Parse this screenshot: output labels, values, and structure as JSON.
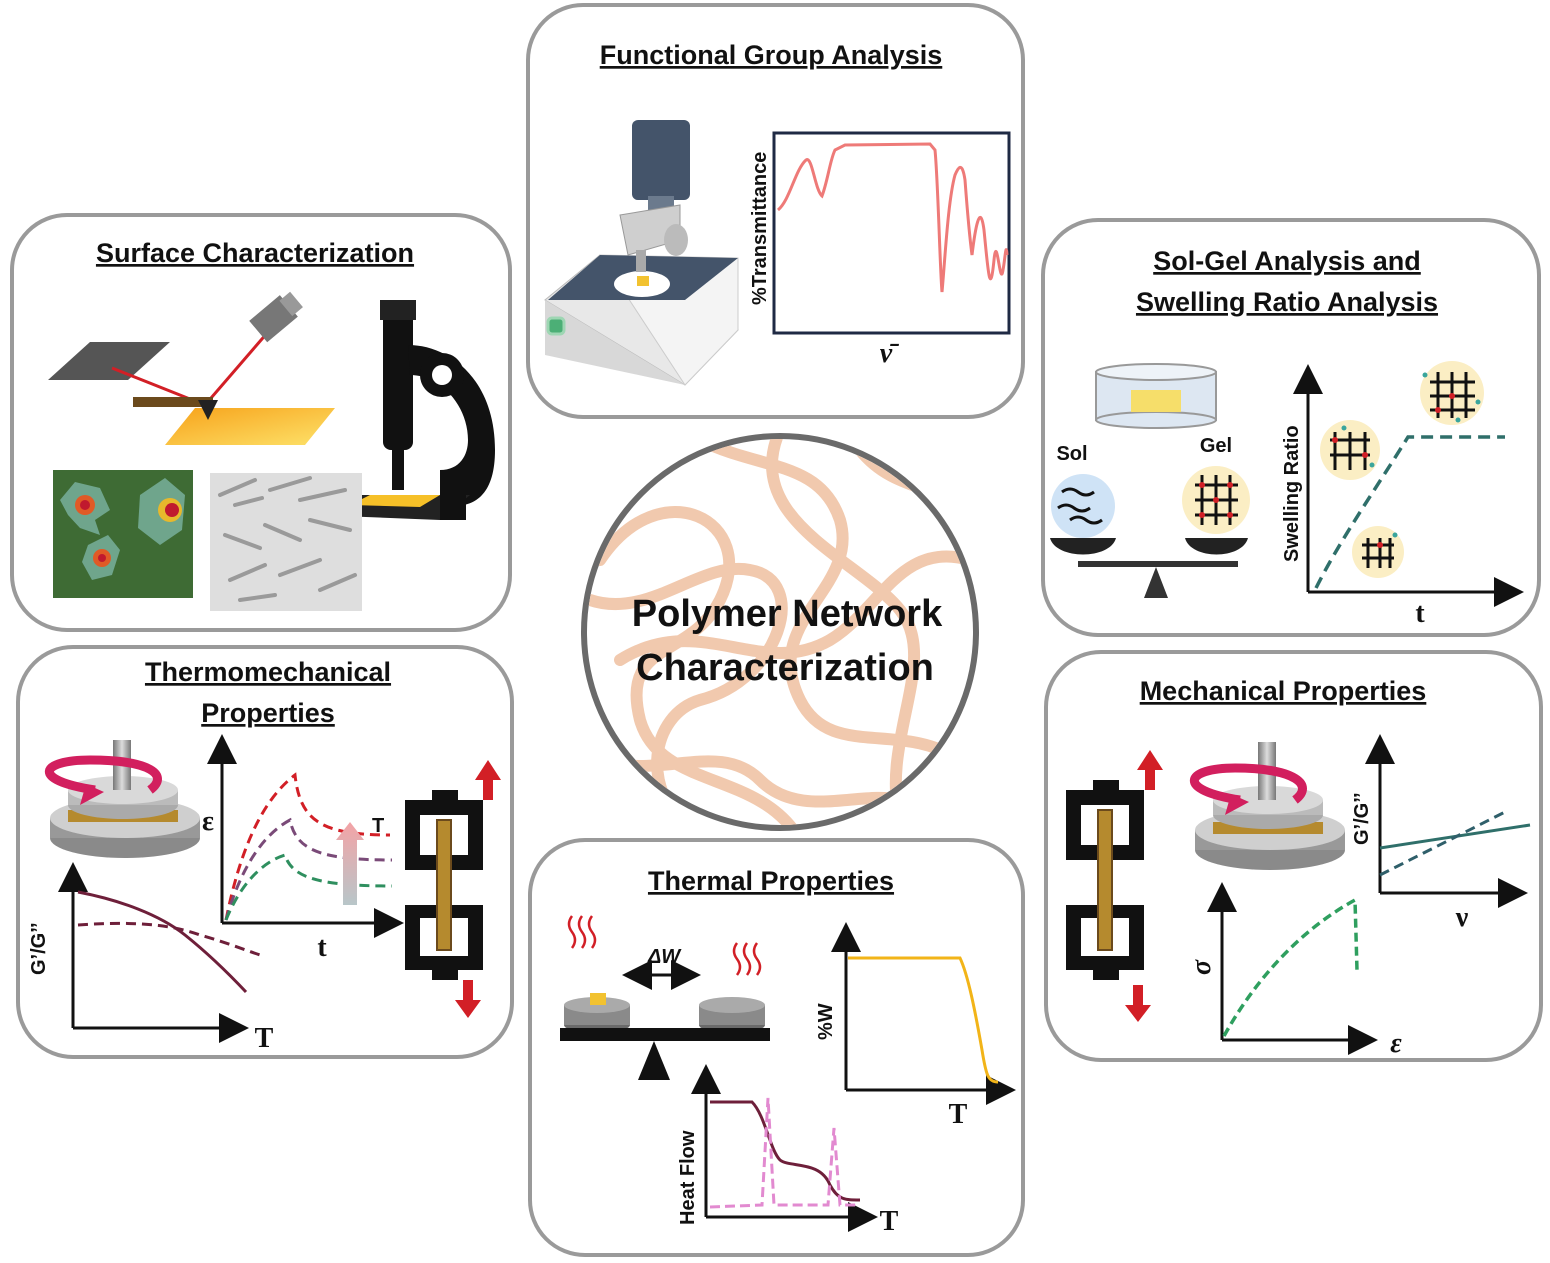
{
  "center": {
    "line1": "Polymer Network",
    "line2": "Characterization"
  },
  "panels": {
    "functional_group": {
      "title": "Functional Group Analysis",
      "y_label": "%Transmittance",
      "x_label": "ν̄"
    },
    "surface": {
      "title": "Surface Characterization"
    },
    "sol_gel": {
      "title_line1": "Sol-Gel Analysis and",
      "title_line2": "Swelling Ratio Analysis",
      "sol_label": "Sol",
      "gel_label": "Gel",
      "y_label": "Swelling Ratio",
      "x_label": "t"
    },
    "thermomechanical": {
      "title_line1": "Thermomechanical",
      "title_line2": "Properties",
      "g_label": "G’/G’’",
      "g_x_label": "T",
      "eps_label": "ε",
      "eps_x_label": "t",
      "arrow_label": "T"
    },
    "mechanical": {
      "title": "Mechanical Properties",
      "g_label": "G’/G’’",
      "g_x_label": "ν",
      "sigma_label": "σ",
      "sigma_x_label": "ε"
    },
    "thermal": {
      "title": "Thermal Properties",
      "dw_label": "ΔW",
      "w_label": "%W",
      "w_x_label": "T",
      "heat_label": "Heat Flow",
      "heat_x_label": "T"
    }
  },
  "colors": {
    "panel_border": "#9a9a9a",
    "network": "#f1c9ae",
    "red": "#d21f26",
    "maroon": "#6e1f3a",
    "purple": "#7a4a78",
    "teal": "#2f6f6a",
    "green_dash": "#2f8f5f",
    "yellow": "#f2b418",
    "pink": "#e28ad0",
    "ir_line": "#ee7a78"
  }
}
